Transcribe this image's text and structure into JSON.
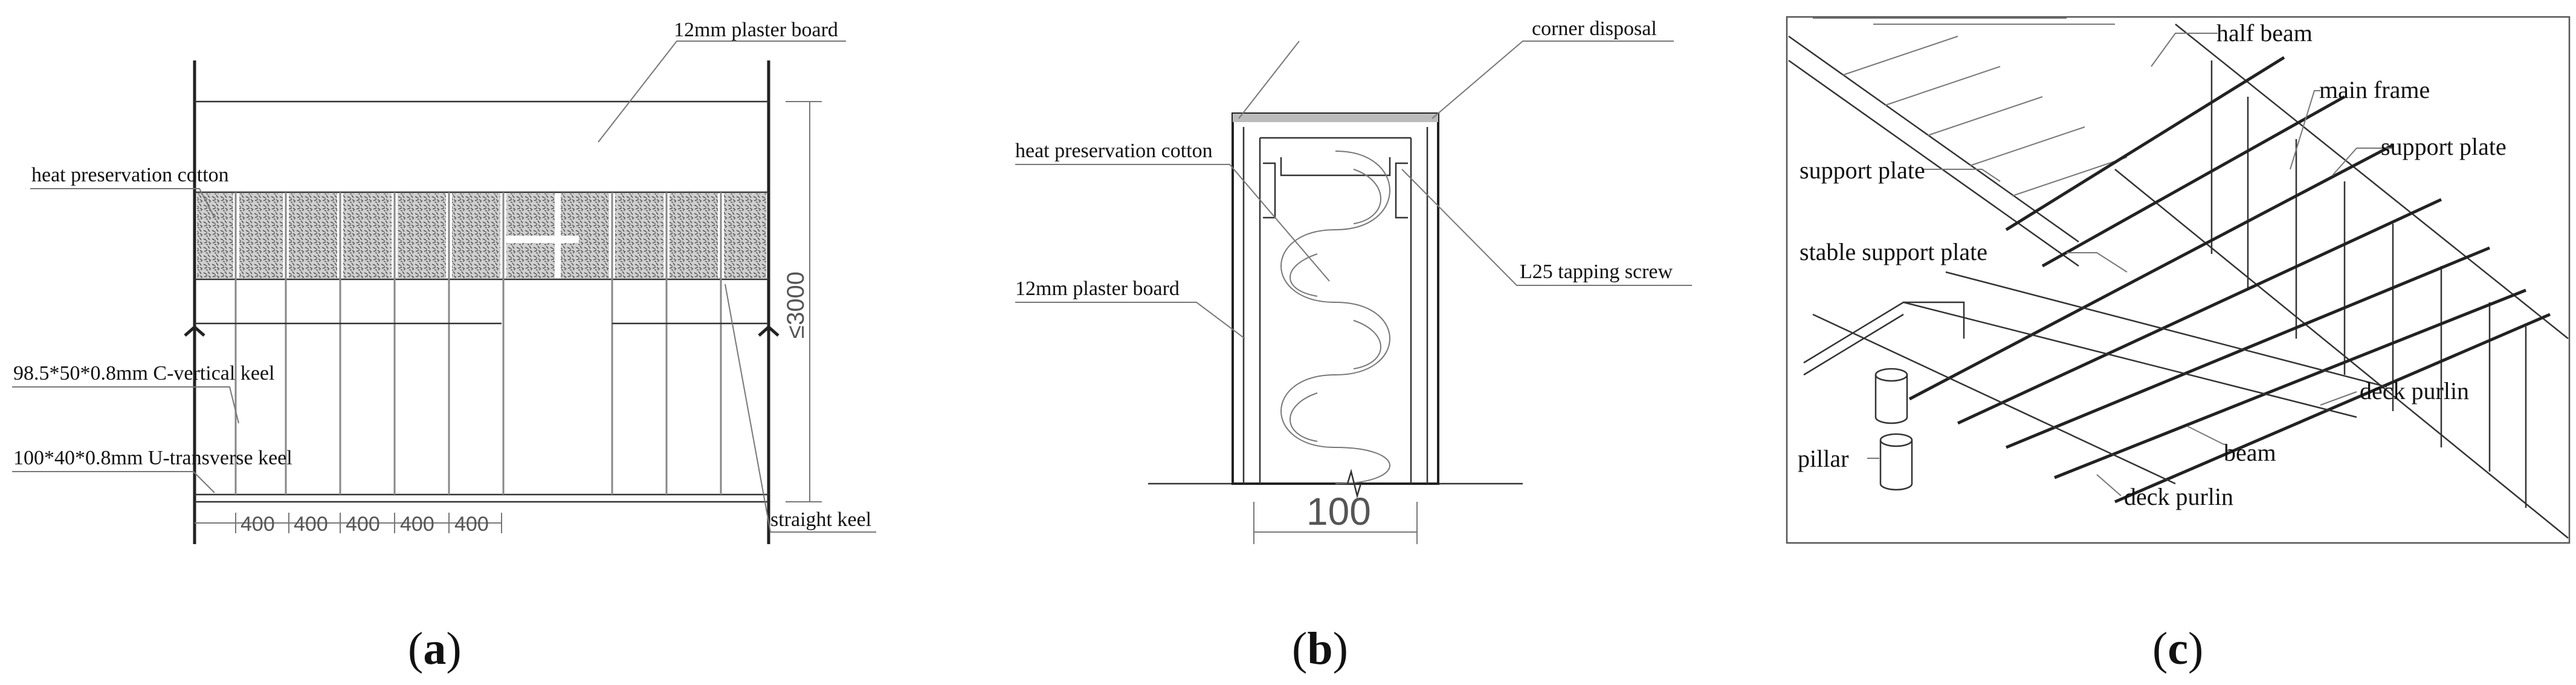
{
  "panel_a": {
    "plaster": "12mm plaster board",
    "cotton": "heat preservation cotton",
    "c_keel": "98.5*50*0.8mm C-vertical keel",
    "u_keel": "100*40*0.8mm U-transverse keel",
    "straight": "straight keel",
    "spacings": [
      "400",
      "400",
      "400",
      "400",
      "400"
    ],
    "height": "≤3000"
  },
  "panel_b": {
    "corner": "corner disposal",
    "cotton": "heat preservation cotton",
    "screw": "L25 tapping screw",
    "plaster": "12mm plaster board",
    "width": "100"
  },
  "panel_c": {
    "half_beam": "half beam",
    "main_frame": "main frame",
    "support_plate_left": "support plate",
    "support_plate_right": "support plate",
    "stable": "stable support plate",
    "deck1": "deck purlin",
    "beam": "beam",
    "pillar": "pillar",
    "deck2": "deck purlin"
  },
  "captions": {
    "a": "a",
    "b": "b",
    "c": "c"
  }
}
